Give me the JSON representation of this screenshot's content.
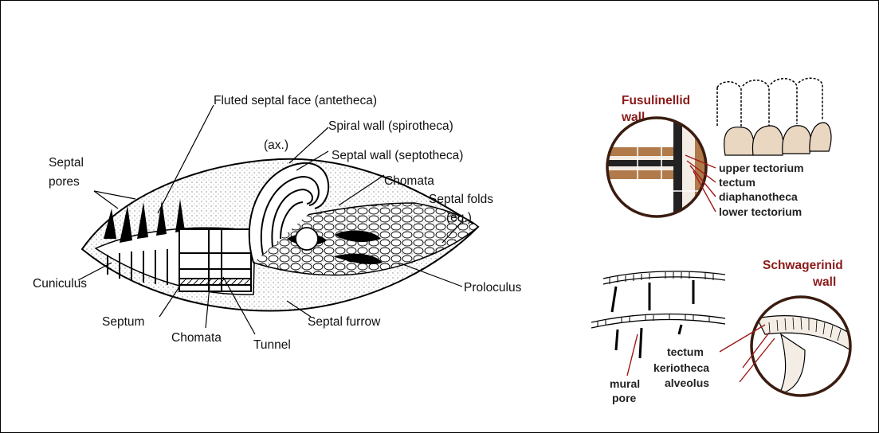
{
  "colors": {
    "heading": "#8b1a1a",
    "leader_red": "#a01818",
    "wall_brown": "#b07a4a",
    "wall_light": "#f3ede6",
    "ink": "#111111"
  },
  "fusulinid": {
    "labels": {
      "fluted_face": "Fluted septal face (antetheca)",
      "spiral_wall": "Spiral wall (spirotheca)",
      "ax": "(ax.)",
      "septal_wall": "Septal wall (septotheca)",
      "chomata_top": "Chomata",
      "septal_folds": "Septal folds",
      "eq": "(eq.)",
      "septal_pores_1": "Septal",
      "septal_pores_2": "pores",
      "cuniculus": "Cuniculus",
      "proloculus": "Proloculus",
      "septum": "Septum",
      "chomata_bottom": "Chomata",
      "tunnel": "Tunnel",
      "septal_furrow": "Septal furrow"
    }
  },
  "fusulinellid": {
    "title_1": "Fusulinellid",
    "title_2": "wall",
    "labels": [
      "upper tectorium",
      "tectum",
      "diaphanotheca",
      "lower tectorium"
    ]
  },
  "schwagerinid": {
    "title_1": "Schwagerinid",
    "title_2": "wall",
    "labels": [
      "tectum",
      "keriotheca",
      "alveolus"
    ],
    "mural_1": "mural",
    "mural_2": "pore"
  }
}
